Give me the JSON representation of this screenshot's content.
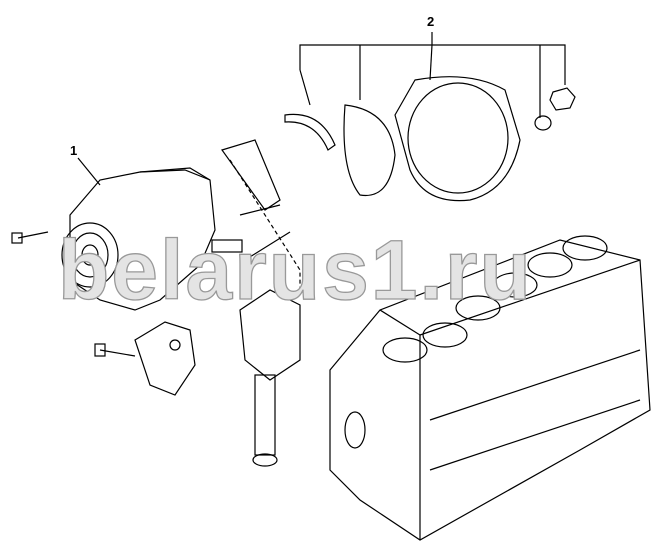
{
  "callouts": [
    {
      "label": "1"
    },
    {
      "label": "2"
    }
  ],
  "watermark": "belarus1.ru",
  "colors": {
    "line": "#000000",
    "watermark": "#bbbbbb"
  }
}
